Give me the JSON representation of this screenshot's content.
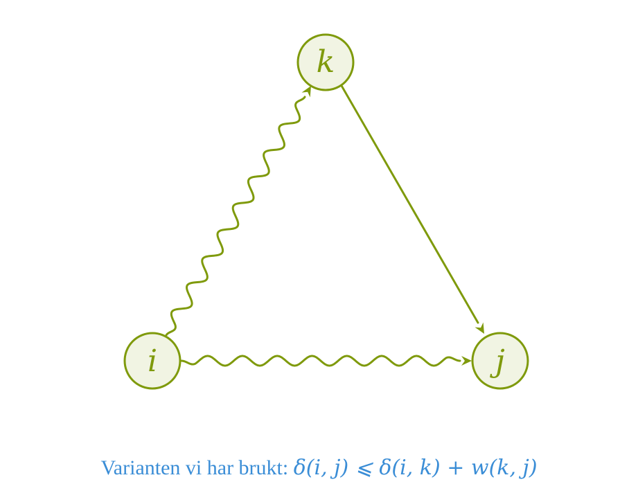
{
  "diagram": {
    "nodes": {
      "k": {
        "label": "k"
      },
      "i": {
        "label": "i"
      },
      "j": {
        "label": "j"
      }
    },
    "edges": [
      {
        "from": "i",
        "to": "k",
        "style": "wavy"
      },
      {
        "from": "k",
        "to": "j",
        "style": "straight"
      },
      {
        "from": "i",
        "to": "j",
        "style": "wavy"
      }
    ],
    "colors": {
      "node_fill": "#f1f4e3",
      "node_stroke": "#7f9a0c",
      "edge": "#7f9a0c",
      "caption": "#3a8dd6"
    }
  },
  "caption": {
    "text": "Varianten vi har brukt: ",
    "formula": "δ(i, j) ⩽ δ(i, k) + w(k, j)"
  }
}
